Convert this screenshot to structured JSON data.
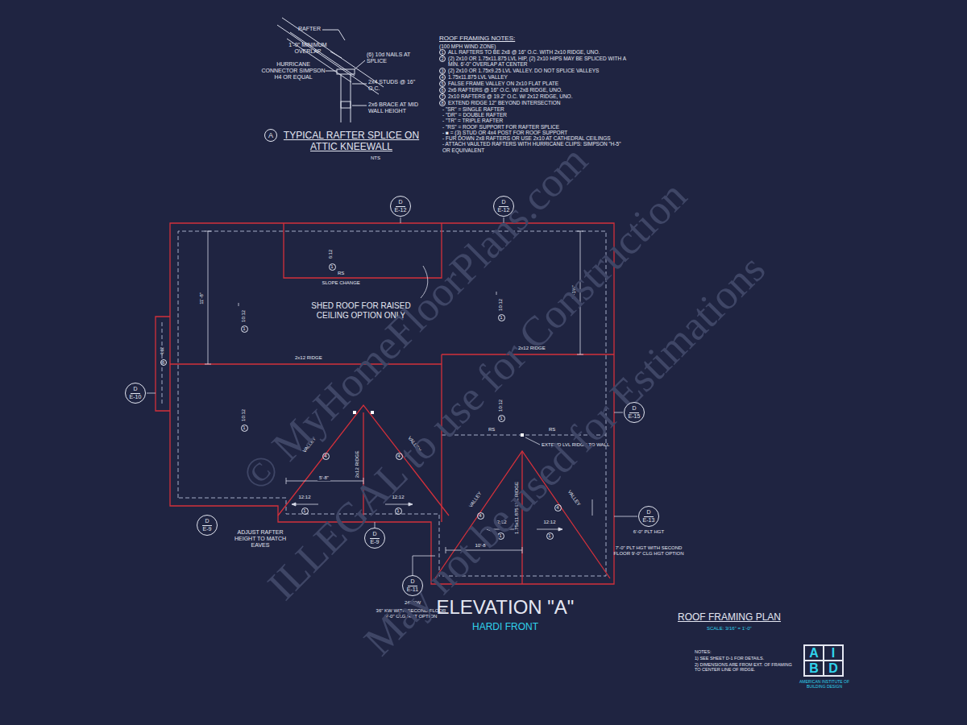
{
  "diagram": {
    "nodes": [
      {
        "text": [
          "D",
          "E-12"
        ]
      },
      {
        "text": [
          "D",
          "E-12"
        ]
      },
      {
        "text": [
          "D",
          "E-10"
        ]
      },
      {
        "text": [
          "D",
          "E-15"
        ]
      },
      {
        "text": [
          "D",
          "E-9"
        ]
      },
      {
        "text": [
          "D",
          "E-9"
        ]
      },
      {
        "text": [
          "D",
          "E-11"
        ]
      },
      {
        "text": [
          "D",
          "E-13"
        ]
      },
      {
        "text": [
          "A",
          "I",
          "B",
          "D",
          "AMERICAN INSTITUTE OF BUILDING DESIGN"
        ]
      }
    ],
    "labels": [
      "RAFTER",
      "1'-0\" MINIMUM OVERLAP",
      "HURRICANE CONNECTOR SIMPSON H4 OR EQUAL",
      "(6) 10d NAILS AT SPLICE",
      "2x4 STUDS @ 16\" O.C.",
      "2x6 BRACE AT MID WALL HEIGHT",
      "A",
      "TYPICAL RAFTER SPLICE ON ATTIC KNEEWALL",
      "NTS",
      "ROOF FRAMING NOTES:",
      "(100 MPH WIND ZONE)",
      "1",
      "ALL RAFTERS TO BE 2x8 @ 16\" O.C. WITH 2x10 RIDGE, UNO.",
      "2",
      "(2) 2x10 OR 1.75x11.875 LVL HIP, (2) 2x10 HIPS MAY BE SPLICED WITH A MIN. 6'-0\" OVERLAP AT CENTER",
      "3",
      "(2) 2x10 OR 1.75x9.25 LVL VALLEY. DO NOT SPLICE VALLEYS",
      "4",
      "1.75x11.875 LVL VALLEY",
      "5",
      "FALSE FRAME VALLEY ON 2x10 FLAT PLATE",
      "6",
      "2x6 RAFTERS @ 16\" O.C. W/ 2x8 RIDGE, UNO.",
      "7",
      "2x10 RAFTERS @ 19.2\" O.C. W/ 2x12 RIDGE, UNO.",
      "8",
      "EXTEND RIDGE 12\" BEYOND INTERSECTION",
      "- \"SR\" = SINGLE RAFTER",
      "- \"DR\" = DOUBLE RAFTER",
      "- \"TR\" = TRIPLE RAFTER",
      "- \"RS\" = ROOF SUPPORT FOR RAFTER SPLICE",
      "- ■ = (3) STUD OR 4x4 POST FOR ROOF SUPPORT",
      "- FUR DOWN 2x8 RAFTERS OR USE 2x10 AT CATHEDRAL CEILINGS",
      "- ATTACH VAULTED RAFTERS WITH HURRICANE CLIPS: SIMPSON \"H-5\" OR EQUIVALENT",
      "6:12",
      "1",
      "RS",
      "SLOPE CHANGE",
      "SHED ROOF FOR RAISED CEILING OPTION ONLY",
      "11'-8\"",
      "8'-1¼\"",
      "10:12",
      "1",
      "10:12",
      "1",
      "2x12 RIDGE",
      "2x12 RIDGE",
      "4:12",
      "6",
      "10:12",
      "1",
      "10:12",
      "1",
      "VALLEY",
      "4",
      "VALLEY",
      "4",
      "2x12 RIDGE",
      "5'-8\"",
      "12:12",
      "1",
      "12:12",
      "1",
      "RS",
      "RS",
      "EXTEND LVL RIDGE TO WALL",
      "VALLEY",
      "4",
      "VALLEY",
      "4",
      "1.75x11.875 LVL RIDGE",
      "10'-8\"",
      "12:12",
      "1",
      "12:12",
      "1",
      "ADJUST RAFTER HEIGHT TO MATCH EAVES",
      "24\" KW",
      "36\" KW WITH SECOND FLOOR 9'-0\" CLG HGT OPTION",
      "6'-0\" PLT HGT",
      "7'-0\" PLT HGT WITH SECOND FLOOR 9'-0\" CLG HGT OPTION",
      "ELEVATION \"A\"",
      "HARDI FRONT",
      "ROOF FRAMING PLAN",
      "SCALE: 3/16\" = 1'-0\"",
      "NOTES:",
      "1) SEE SHEET D-1 FOR DETAILS.",
      "2) DIMENSIONS ARE FROM EXT. OF FRAMING TO CENTER LINE OF RIDGE.",
      "© MyHomeFloorPlans.com",
      "ILLEGAL to use for Construction",
      "May not be used for Estimations"
    ]
  }
}
